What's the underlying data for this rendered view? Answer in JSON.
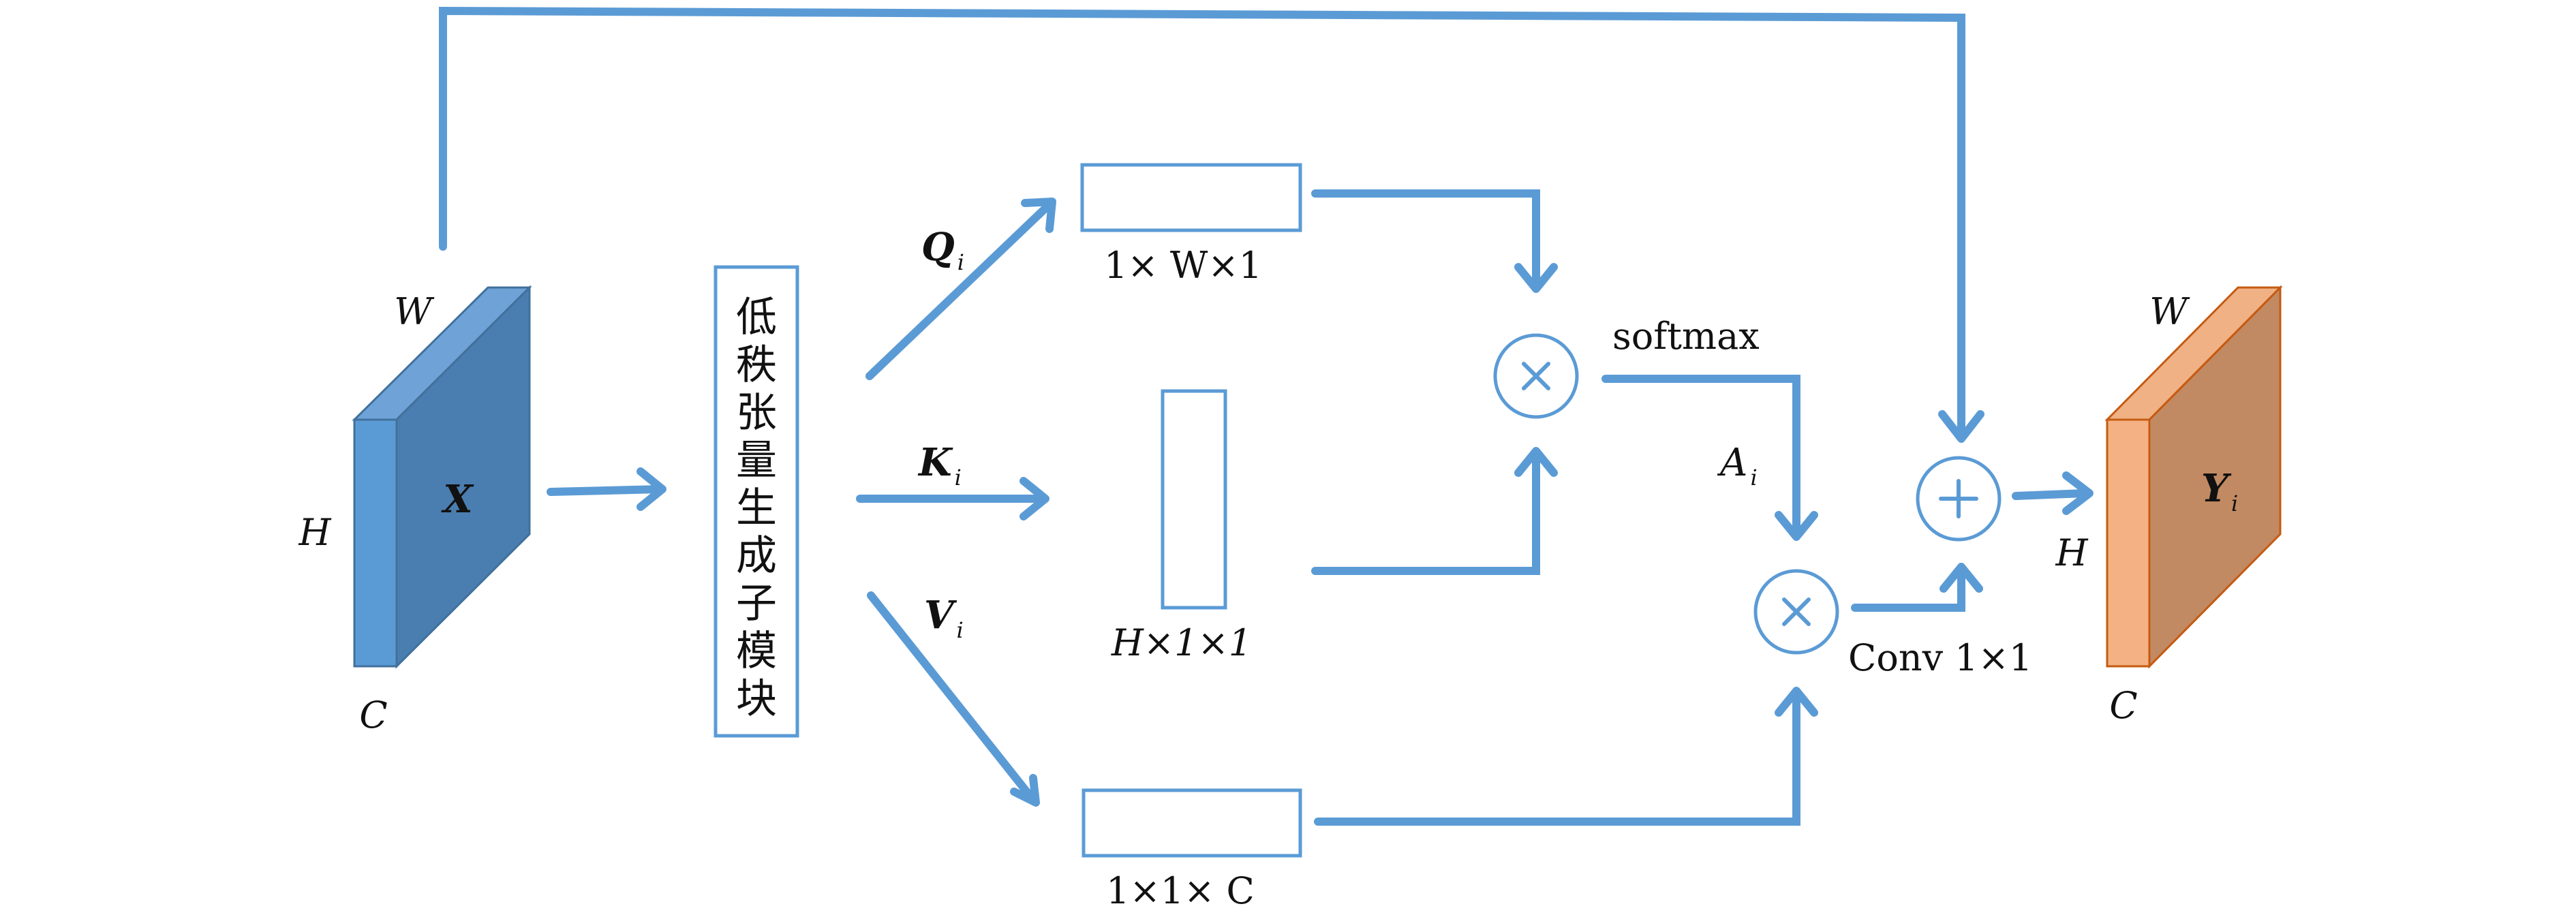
{
  "colors": {
    "arrow": "#5b9bd5",
    "input_front": "#5b9bd5",
    "input_top": "#6fa3d8",
    "input_side": "#4a7eb0",
    "output_front": "#f4b183",
    "output_top": "#f0b184",
    "output_side": "#c28a62",
    "output_stroke": "#c55a11"
  },
  "input_tensor": {
    "label": "X",
    "w_label": "W",
    "h_label": "H",
    "c_label": "C"
  },
  "module": {
    "chars": [
      "低",
      "秩",
      "张",
      "量",
      "生",
      "成",
      "子",
      "模",
      "块"
    ]
  },
  "branches": {
    "q": {
      "base": "Q",
      "sub": "i",
      "shape": "1× W×1"
    },
    "k": {
      "base": "K",
      "sub": "i",
      "shape": "H×1×1"
    },
    "v": {
      "base": "V",
      "sub": "i",
      "shape": "1×1× C"
    }
  },
  "softmax_label": "softmax",
  "attention": {
    "base": "A",
    "sub": "i"
  },
  "conv_label": "Conv 1×1",
  "operators": {
    "multiply": "multiply-icon",
    "add": "plus-icon"
  },
  "output_tensor": {
    "base": "Y",
    "sub": "i",
    "w_label": "W",
    "h_label": "H",
    "c_label": "C"
  }
}
